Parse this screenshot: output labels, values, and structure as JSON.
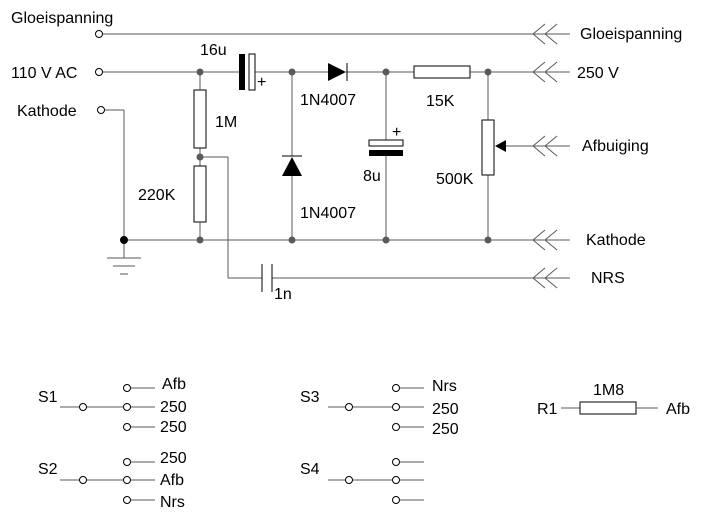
{
  "labels": {
    "in_glow": "Gloeispanning",
    "in_ac": "110 V AC",
    "in_kathode": "Kathode",
    "out_glow": "Gloeispanning",
    "out_250": "250 V",
    "out_afb": "Afbuiging",
    "out_kathode": "Kathode",
    "out_nrs": "NRS"
  },
  "components": {
    "c1": "16u",
    "d1": "1N4007",
    "r_15k": "15K",
    "r_1m": "1M",
    "d2": "1N4007",
    "c2": "8u",
    "pot": "500K",
    "r_220k": "220K",
    "c3": "1n",
    "plus": "+"
  },
  "switches": {
    "s1": {
      "name": "S1",
      "positions": [
        "Afb",
        "250",
        "250"
      ]
    },
    "s2": {
      "name": "S2",
      "positions": [
        "250",
        "Afb",
        "Nrs"
      ]
    },
    "s3": {
      "name": "S3",
      "positions": [
        "Nrs",
        "250",
        "250"
      ]
    },
    "s4": {
      "name": "S4",
      "positions": [
        "",
        "",
        ""
      ]
    }
  },
  "r1": {
    "name": "R1",
    "value": "1M8",
    "output": "Afb"
  }
}
